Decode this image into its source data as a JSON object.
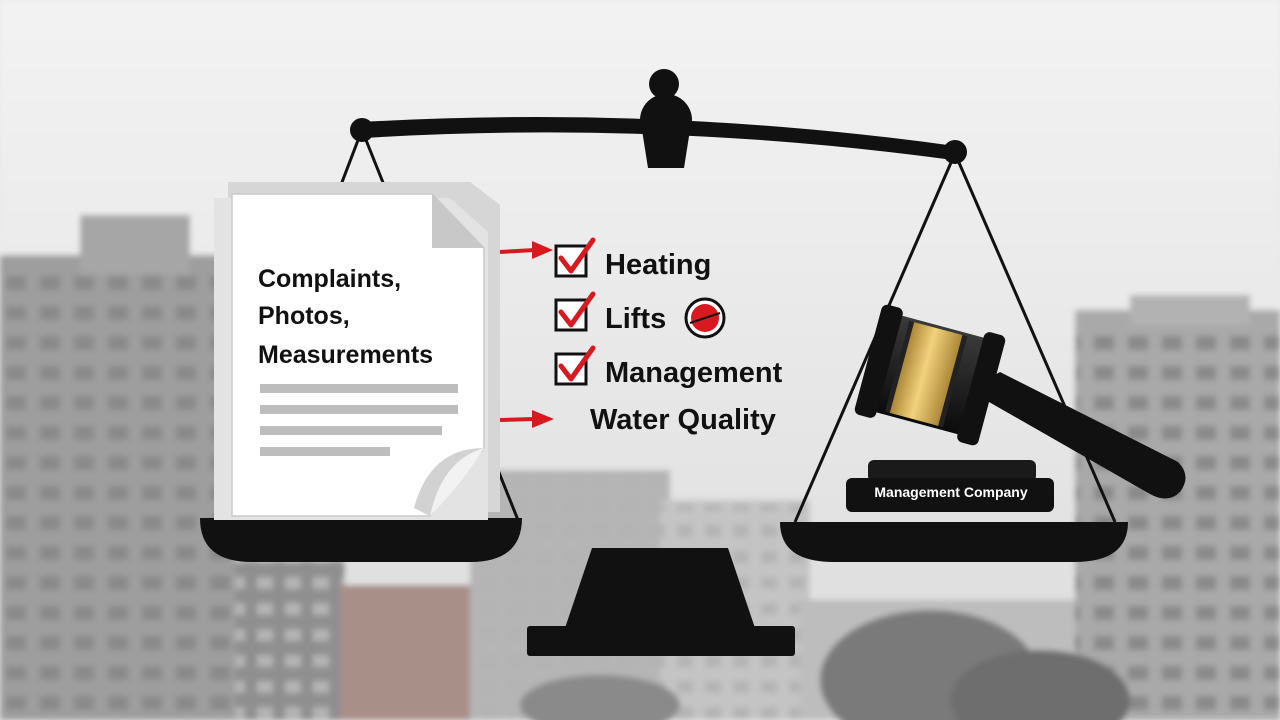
{
  "document": {
    "lines": [
      "Complaints,",
      "Photos,",
      "Measurements"
    ]
  },
  "checklist": {
    "items": [
      {
        "label": "Heating",
        "checked": true
      },
      {
        "label": "Lifts",
        "checked": true
      },
      {
        "label": "Management",
        "checked": true
      },
      {
        "label": "Water Quality",
        "checked": false
      }
    ]
  },
  "gavel": {
    "base_label": "Management Company"
  },
  "colors": {
    "accent_red": "#d71920",
    "ink": "#111111",
    "gavel_band": "#d9b25a",
    "background": "#e9e9e9"
  }
}
